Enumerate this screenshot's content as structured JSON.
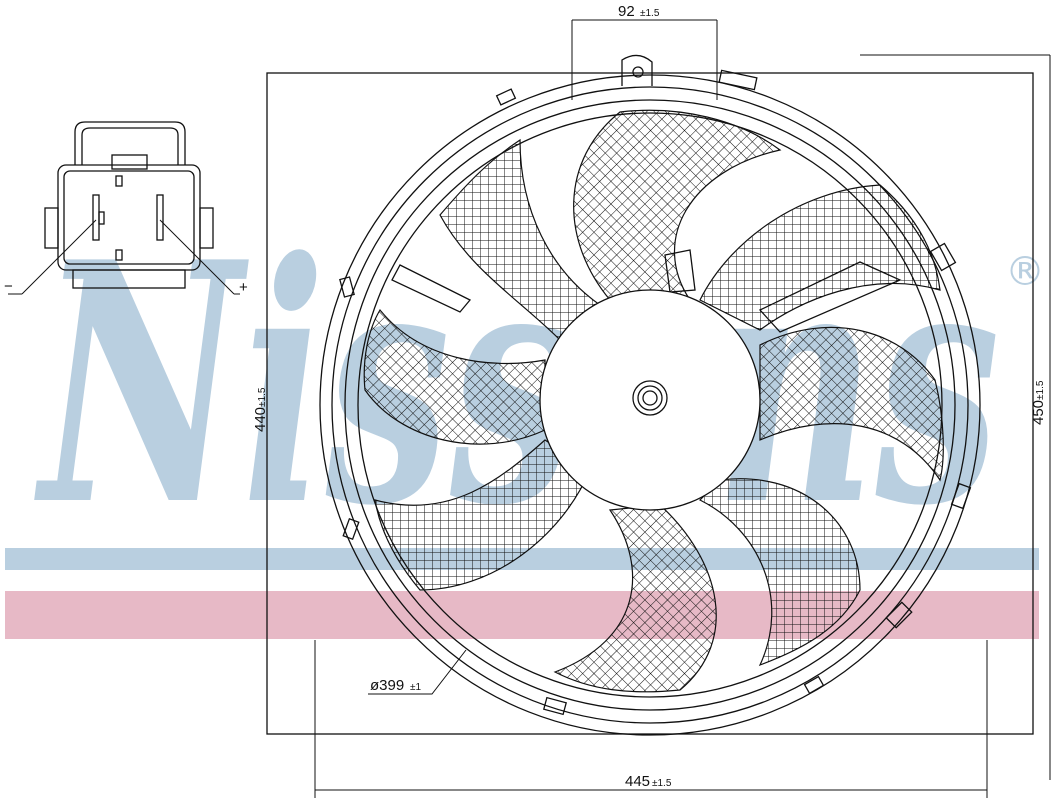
{
  "brand": {
    "watermark_text": "Nissens",
    "registered_mark": "®",
    "watermark_color": "#b9cfe0",
    "stripe_blue": "#b9cfe0",
    "stripe_red": "#e7b9c6"
  },
  "dimensions": {
    "top_width": {
      "value": "92",
      "tol": "±1.5"
    },
    "left_height": {
      "value": "440",
      "tol": "±1.5"
    },
    "right_height": {
      "value": "450",
      "tol": "±1.5"
    },
    "bottom_width": {
      "value": "445",
      "tol": "±1.5"
    },
    "fan_diameter": {
      "value": "ø399",
      "tol": "±1"
    }
  },
  "connector": {
    "minus_label": "−",
    "plus_label": "+"
  },
  "line_color": "#111111"
}
